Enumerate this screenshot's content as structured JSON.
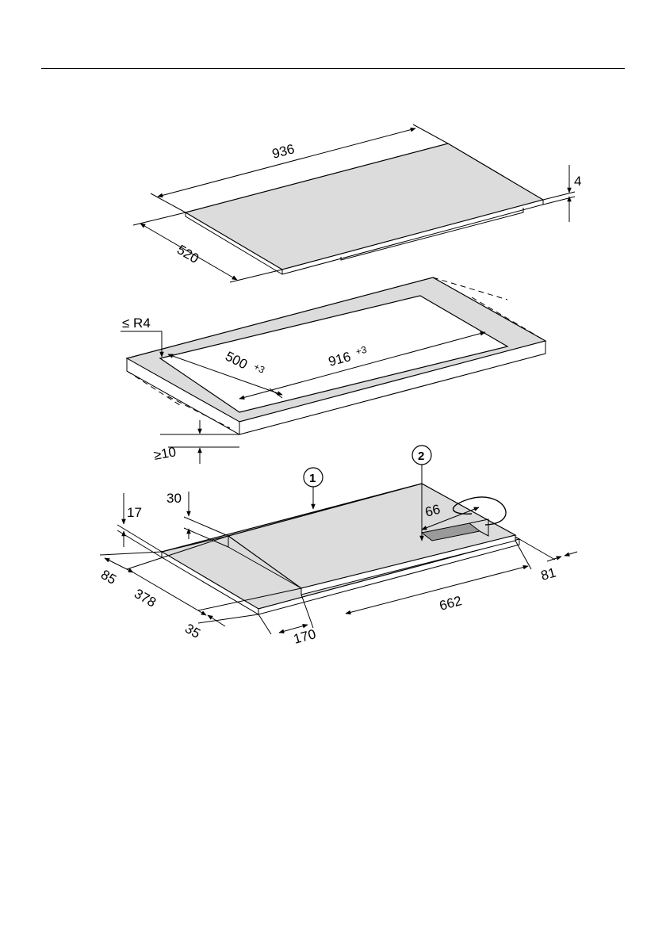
{
  "hob": {
    "length": "936",
    "depth": "520",
    "thickness": "4"
  },
  "cutout": {
    "corner_radius": "≤ R4",
    "depth": "500",
    "depth_tol": "+3",
    "length": "916",
    "length_tol": "+3",
    "min_worktop": "≥10"
  },
  "unit": {
    "callout_1": "1",
    "callout_2": "2",
    "d17": "17",
    "d30": "30",
    "d66": "66",
    "d85": "85",
    "d378": "378",
    "d35": "35",
    "d170": "170",
    "d662": "662",
    "d81": "81"
  },
  "colors": {
    "panel_fill": "#dcdcdc",
    "dark_fill": "#9a9a9a",
    "line": "#000000"
  }
}
